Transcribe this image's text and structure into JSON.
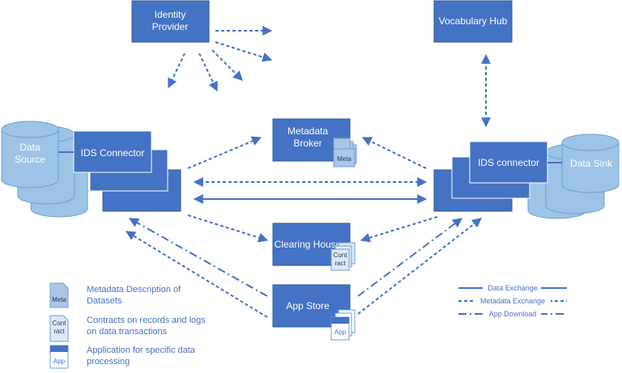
{
  "nodes": {
    "identity_provider": "Identity\nProvider",
    "vocabulary_hub": "Vocabulary Hub",
    "metadata_broker": "Metadata\nBroker",
    "clearing_house": "Clearing House",
    "app_store": "App Store",
    "ids_connector_left": "IDS Connector",
    "ids_connector_right": "IDS connector",
    "data_source": "Data\nSource",
    "data_sink": "Data Sink"
  },
  "doc_tags": {
    "meta": "Meta",
    "contract": "Cont\nract",
    "app": "App"
  },
  "legend": {
    "meta_desc": "Metadata Description of\nDatasets",
    "contract_desc": "Contracts on records and logs\non data transactions",
    "app_desc": "Application for specific data\nprocessing"
  },
  "line_legend": {
    "data_exchange": "Data Exchange",
    "metadata_exchange": "Metadata Exchange",
    "app_download": "App Download"
  },
  "colors": {
    "box_fill": "#4472c4",
    "box_stroke": "#2f5597",
    "cyl_fill": "#9dc3e6",
    "cyl_stroke": "#6c9fd1",
    "doc_fill": "#adc6e6",
    "line": "#4472c4",
    "legend_text": "#4472c4"
  }
}
